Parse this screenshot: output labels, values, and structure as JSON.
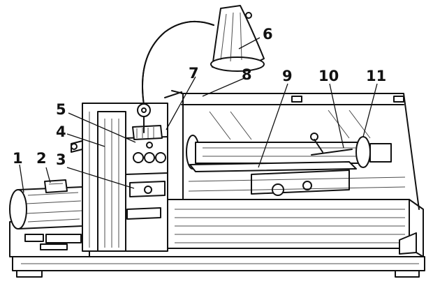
{
  "diagram": {
    "labels": [
      {
        "id": "label-1",
        "text": "1"
      },
      {
        "id": "label-2",
        "text": "2"
      },
      {
        "id": "label-3",
        "text": "3"
      },
      {
        "id": "label-4",
        "text": "4"
      },
      {
        "id": "label-5",
        "text": "5"
      },
      {
        "id": "label-6",
        "text": "6"
      },
      {
        "id": "label-7",
        "text": "7"
      },
      {
        "id": "label-8",
        "text": "8"
      },
      {
        "id": "label-9",
        "text": "9"
      },
      {
        "id": "label-10",
        "text": "10"
      },
      {
        "id": "label-11",
        "text": "11"
      }
    ],
    "icons": {
      "motor": "electric-motor-icon",
      "lamp": "lamp-icon",
      "lathe": "lathe-machine-icon"
    }
  }
}
